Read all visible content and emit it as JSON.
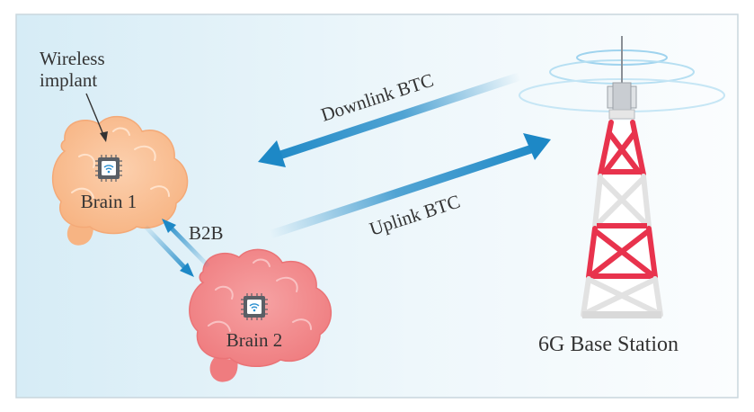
{
  "labels": {
    "wireless_implant_line1": "Wireless",
    "wireless_implant_line2": "implant",
    "brain1": "Brain 1",
    "brain2": "Brain 2",
    "b2b": "B2B",
    "downlink": "Downlink BTC",
    "uplink": "Uplink BTC",
    "base_station": "6G Base Station"
  },
  "colors": {
    "background_left": "#d6ecf6",
    "background_right": "#fbfdfe",
    "frame": "#c9d6dd",
    "brain1": "#f9be94",
    "brain1_stroke": "#f4a977",
    "brain2": "#f3888a",
    "brain2_stroke": "#ea7376",
    "arrow": "#1d88c6",
    "tower_red": "#e8334d",
    "tower_white": "#e6e6e6",
    "text": "#333333"
  },
  "icons": {
    "implant": "wifi-chip-icon"
  }
}
